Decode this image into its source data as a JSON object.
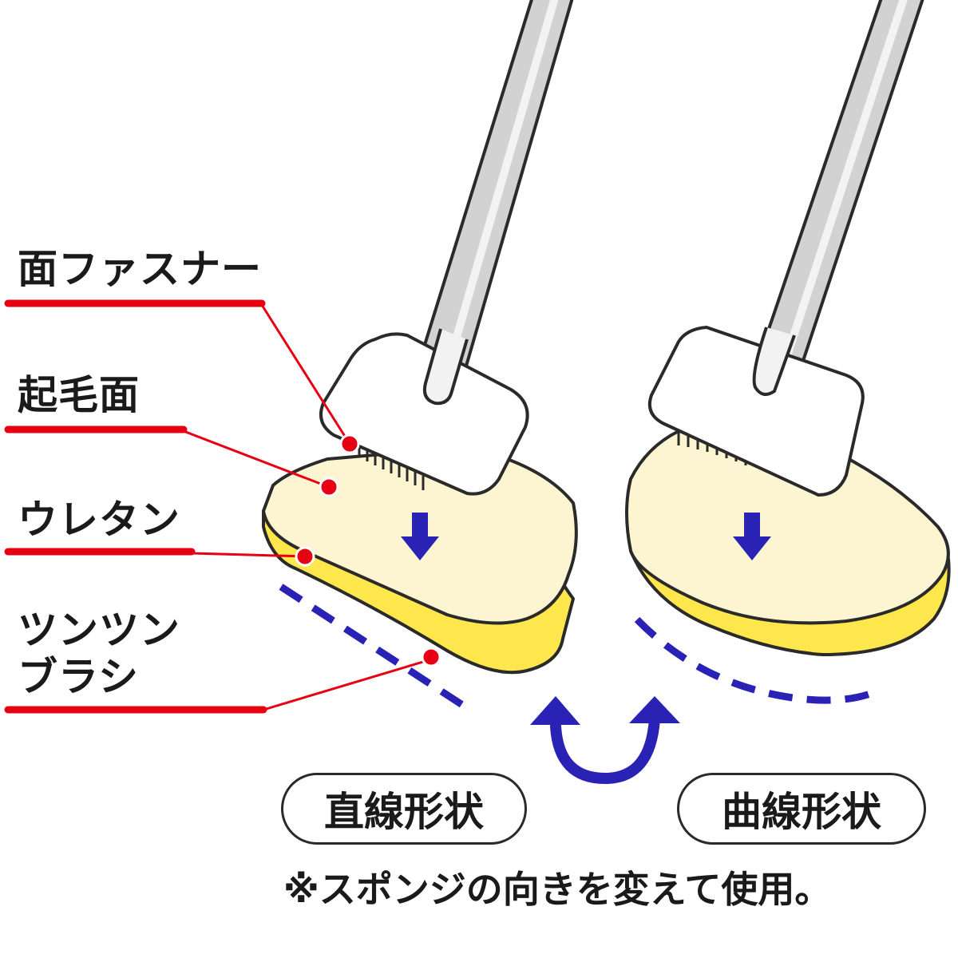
{
  "parts": {
    "velcro": "面ファスナー",
    "raised_surface": "起毛面",
    "urethane": "ウレタン",
    "tsuntsun_line1": "ツンツン",
    "tsuntsun_line2": "ブラシ"
  },
  "modes": {
    "straight": "直線形状",
    "curved": "曲線形状"
  },
  "note": "※スポンジの向きを変えて使用。",
  "colors": {
    "leader_red": "#e60012",
    "sponge_cream": "#fdf5d2",
    "sponge_yellow": "#fde74c",
    "arrow_blue": "#2a22b4",
    "handle_gray": "#cfcfcf",
    "outline": "#2a2a2a"
  }
}
